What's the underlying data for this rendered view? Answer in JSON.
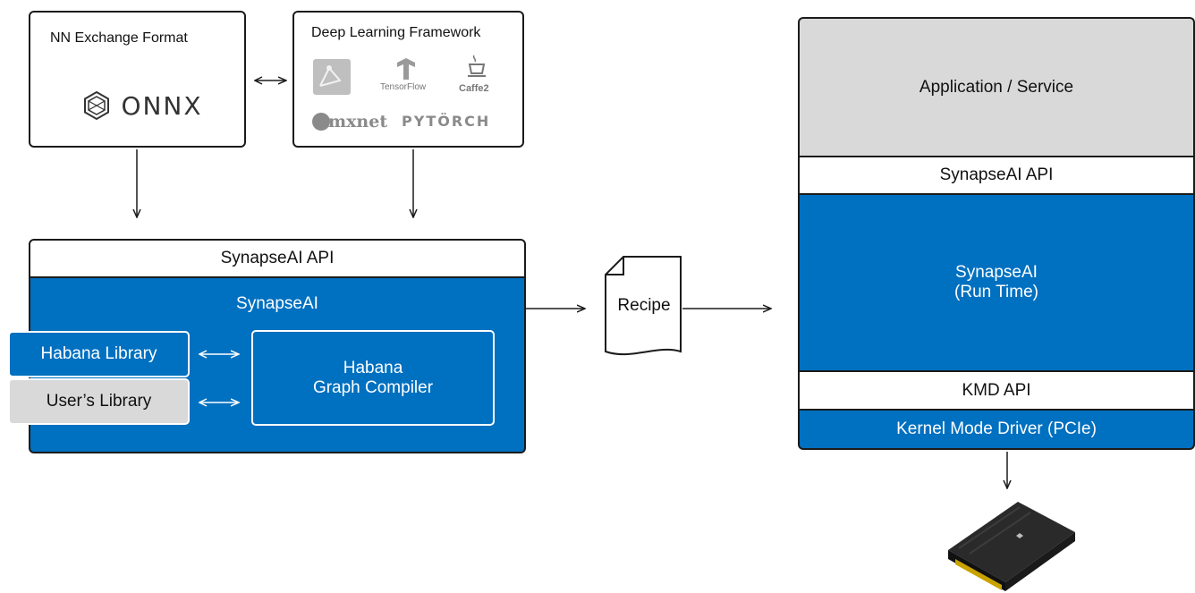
{
  "nn_exchange": {
    "title": "NN Exchange Format",
    "logo": "ONNX"
  },
  "dl_framework": {
    "title": "Deep Learning Framework",
    "logos": [
      "TensorFlow",
      "Caffe2",
      "mxnet",
      "PYTÖRCH"
    ]
  },
  "compile_side": {
    "api_label": "SynapseAI API",
    "synapse_label": "SynapseAI",
    "habana_library": "Habana Library",
    "users_library": "User’s Library",
    "graph_compiler_line1": "Habana",
    "graph_compiler_line2": "Graph Compiler"
  },
  "recipe": {
    "label": "Recipe"
  },
  "runtime_stack": {
    "application": "Application / Service",
    "api_label": "SynapseAI API",
    "runtime_line1": "SynapseAI",
    "runtime_line2": "(Run Time)",
    "kmd_api": "KMD API",
    "kernel_driver": "Kernel Mode Driver (PCIe)"
  },
  "colors": {
    "blue": "#0070c0",
    "grey": "#d9d9d9",
    "line": "#1b1b1b"
  }
}
